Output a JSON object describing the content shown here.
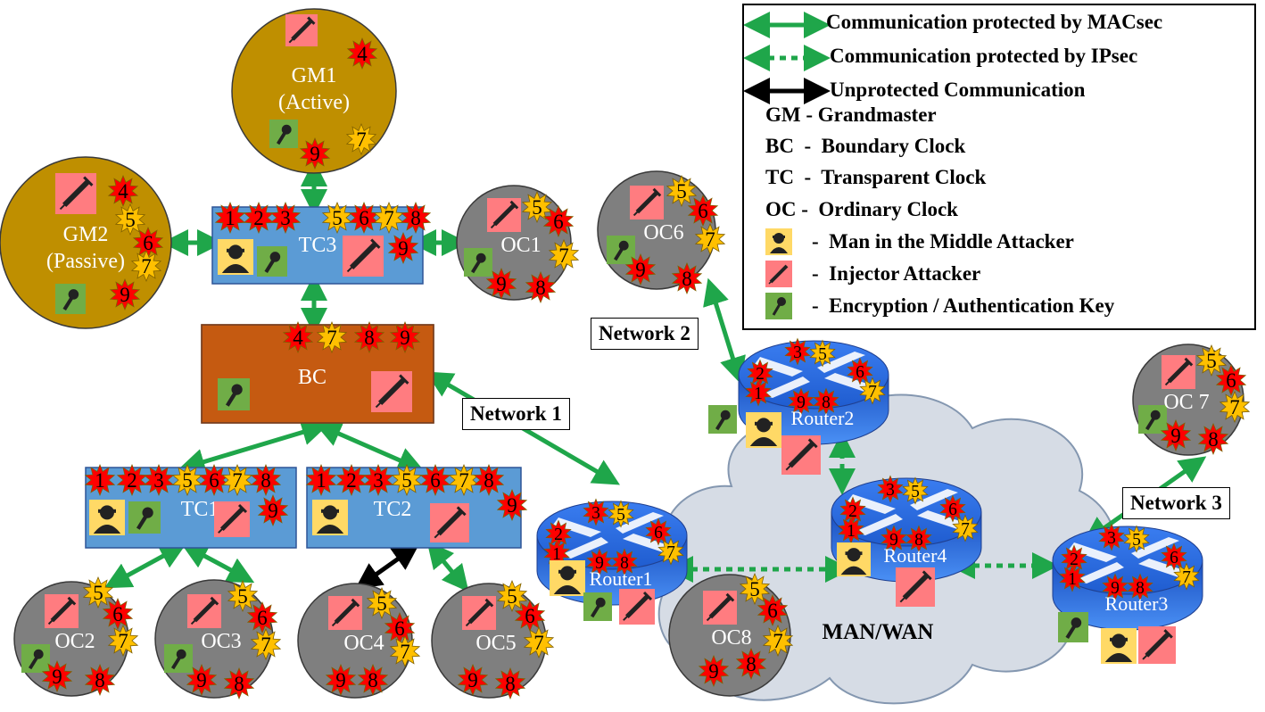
{
  "legend": {
    "macsec": "Communication protected by MACsec",
    "ipsec": "Communication protected by IPsec",
    "unprotected": "Unprotected Communication",
    "gm": "GM - Grandmaster",
    "bc": "BC  -  Boundary Clock",
    "tc": "TC  -  Transparent Clock",
    "oc": "OC -  Ordinary Clock",
    "mitm": "-  Man in the Middle Attacker",
    "injector": "-  Injector Attacker",
    "key": "-  Encryption / Authentication Key"
  },
  "networks": {
    "n1": "Network 1",
    "n2": "Network 2",
    "n3": "Network 3",
    "wan": "MAN/WAN"
  },
  "nodes": {
    "gm1": "GM1",
    "gm1_sub": "(Active)",
    "gm2": "GM2",
    "gm2_sub": "(Passive)",
    "tc3": "TC3",
    "tc1": "TC1",
    "tc2": "TC2",
    "bc": "BC",
    "oc1": "OC1",
    "oc2": "OC2",
    "oc3": "OC3",
    "oc4": "OC4",
    "oc5": "OC5",
    "oc6": "OC6",
    "oc7": "OC 7",
    "oc8": "OC8",
    "router1": "Router1",
    "router2": "Router2",
    "router3": "Router3",
    "router4": "Router4"
  },
  "colors": {
    "macsec": "#1fa64a",
    "ipsec": "#1fa64a",
    "unprotected": "#000000",
    "gm_fill": "#bf8f00",
    "oc_fill": "#7f7f7f",
    "tc_fill": "#5b9bd5",
    "bc_fill": "#c55a11",
    "cloud": "#d6dce5",
    "red_burst": "#ff0000",
    "yellow_burst": "#ffc000",
    "injector_bg": "#ff7c80",
    "key_bg": "#70ad47",
    "mitm_bg": "#ffd966"
  },
  "badges": {
    "gm1": [
      "4",
      "9",
      "7"
    ],
    "gm2": [
      "4",
      "5",
      "6",
      "7",
      "9"
    ],
    "tc3": [
      "1",
      "2",
      "3",
      "5",
      "6",
      "7",
      "8",
      "9"
    ],
    "bc": [
      "4",
      "7",
      "8",
      "9"
    ],
    "oc1": [
      "5",
      "6",
      "7",
      "9",
      "8"
    ],
    "oc6": [
      "5",
      "6",
      "7",
      "9",
      "8"
    ],
    "tc1": [
      "1",
      "2",
      "3",
      "5",
      "6",
      "7",
      "8",
      "9"
    ],
    "tc2": [
      "1",
      "2",
      "3",
      "5",
      "6",
      "7",
      "8",
      "9"
    ],
    "oc2": [
      "5",
      "6",
      "7",
      "9",
      "8"
    ],
    "oc3": [
      "5",
      "6",
      "7",
      "9",
      "8"
    ],
    "oc4": [
      "5",
      "6",
      "7",
      "9",
      "8"
    ],
    "oc5": [
      "5",
      "6",
      "7",
      "9",
      "8"
    ],
    "oc7": [
      "5",
      "6",
      "7",
      "9",
      "8"
    ],
    "oc8": [
      "5",
      "6",
      "7",
      "9",
      "8"
    ],
    "router": [
      "3",
      "5",
      "2",
      "6",
      "1",
      "7",
      "9",
      "8"
    ]
  }
}
